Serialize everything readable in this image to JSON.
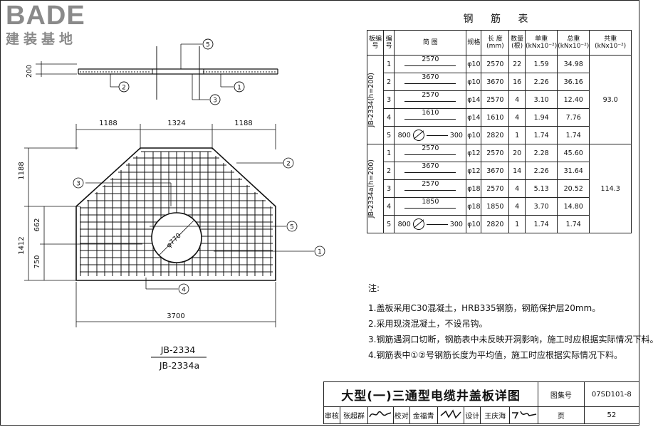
{
  "logo": {
    "main": "BADE",
    "sub": "建装基地"
  },
  "plan": {
    "dims_top": [
      "1188",
      "1324",
      "1188"
    ],
    "dims_left": [
      "1188",
      "1412",
      "662",
      "750"
    ],
    "dim_bottom": "3700",
    "dim_section": "200",
    "hole_label": "φ770",
    "callouts": [
      "1",
      "2",
      "3",
      "4",
      "5"
    ],
    "labels": [
      "JB-2334",
      "JB-2334a"
    ]
  },
  "rebar_table": {
    "title": "钢 筋 表",
    "headers": [
      "板编号",
      "编号",
      "简 图",
      "规格",
      "长 度 (mm)",
      "数量 (根)",
      "单重 (kNx10⁻²)",
      "总重 (kNx10⁻²)",
      "共重 (kNx10⁻²)"
    ],
    "groups": [
      {
        "name": "JB-2334(h=200)",
        "total": "93.0",
        "rows": [
          {
            "no": "1",
            "sketch": "2570",
            "spec": "φ10",
            "length": "2570",
            "qty": "22",
            "unit": "1.59",
            "sum": "34.98"
          },
          {
            "no": "2",
            "sketch": "3670",
            "spec": "φ10",
            "length": "3670",
            "qty": "16",
            "unit": "2.26",
            "sum": "36.16"
          },
          {
            "no": "3",
            "sketch": "2570",
            "spec": "φ14",
            "length": "2570",
            "qty": "4",
            "unit": "3.10",
            "sum": "12.40"
          },
          {
            "no": "4",
            "sketch": "1610",
            "spec": "φ14",
            "length": "1610",
            "qty": "4",
            "unit": "1.94",
            "sum": "7.76"
          },
          {
            "no": "5",
            "sketch_a": "800",
            "sketch_b": "300",
            "spec": "φ10",
            "length": "2820",
            "qty": "1",
            "unit": "1.74",
            "sum": "1.74"
          }
        ]
      },
      {
        "name": "JB-2334a(h=200)",
        "total": "114.3",
        "rows": [
          {
            "no": "1",
            "sketch": "2570",
            "spec": "φ12",
            "length": "2570",
            "qty": "20",
            "unit": "2.28",
            "sum": "45.60"
          },
          {
            "no": "2",
            "sketch": "3670",
            "spec": "φ12",
            "length": "3670",
            "qty": "14",
            "unit": "2.26",
            "sum": "31.64"
          },
          {
            "no": "3",
            "sketch": "2570",
            "spec": "φ18",
            "length": "2570",
            "qty": "4",
            "unit": "5.13",
            "sum": "20.52"
          },
          {
            "no": "4",
            "sketch": "1850",
            "spec": "φ18",
            "length": "1850",
            "qty": "4",
            "unit": "3.70",
            "sum": "14.80"
          },
          {
            "no": "5",
            "sketch_a": "800",
            "sketch_b": "300",
            "spec": "φ10",
            "length": "2820",
            "qty": "1",
            "unit": "1.74",
            "sum": "1.74"
          }
        ]
      }
    ]
  },
  "notes": {
    "heading": "注:",
    "items": [
      "1.盖板采用C30混凝土，HRB335钢筋，钢筋保护层20mm。",
      "2.采用现浇混凝土，不设吊钩。",
      "3.钢筋遇洞口切断，钢筋表中未反映开洞影响，施工时应根据实际情况下料。",
      "4.钢筋表中①②号钢筋长度为平均值，施工时应根据实际情况下料。"
    ]
  },
  "title_block": {
    "title": "大型(一)三通型电缆井盖板详图",
    "atlas_label": "图集号",
    "atlas_no": "07SD101-8",
    "review_label": "审核",
    "review_name": "张超群",
    "check_label": "校对",
    "check_name": "金福青",
    "design_label": "设计",
    "design_name": "王庆海",
    "page_label": "页",
    "page_no": "52"
  }
}
